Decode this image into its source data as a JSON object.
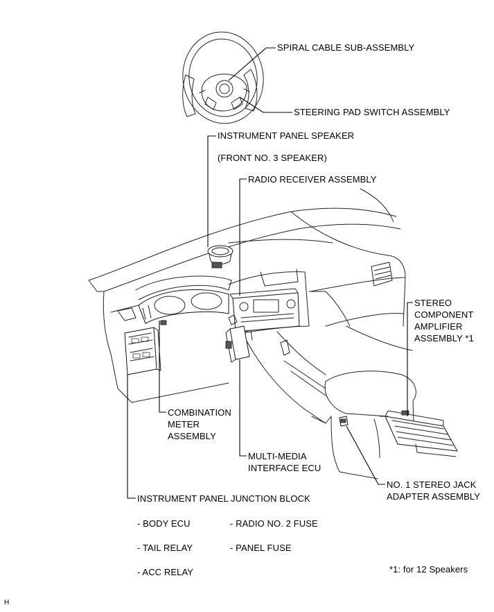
{
  "labels": {
    "spiral_cable": "SPIRAL CABLE SUB-ASSEMBLY",
    "steering_pad": "STEERING PAD SWITCH ASSEMBLY",
    "ip_speaker": "INSTRUMENT PANEL SPEAKER",
    "ip_speaker_sub": "(FRONT NO. 3 SPEAKER)",
    "radio_receiver": "RADIO RECEIVER ASSEMBLY",
    "amp_line1": "STEREO",
    "amp_line2": "COMPONENT",
    "amp_line3": "AMPLIFIER",
    "amp_line4": "ASSEMBLY *1",
    "comb_line1": "COMBINATION",
    "comb_line2": "METER",
    "comb_line3": "ASSEMBLY",
    "mm_line1": "MULTI-MEDIA",
    "mm_line2": "INTERFACE ECU",
    "jack_line1": "NO. 1 STEREO JACK",
    "jack_line2": "ADAPTER ASSEMBLY",
    "junction_block": "INSTRUMENT PANEL JUNCTION BLOCK"
  },
  "junction_items": {
    "body_ecu": "- BODY ECU",
    "radio_fuse": "- RADIO NO. 2 FUSE",
    "tail_relay": "- TAIL RELAY",
    "panel_fuse": "- PANEL FUSE",
    "acc_relay": "- ACC RELAY"
  },
  "footnote": "*1: for 12 Speakers",
  "corner_mark": "H"
}
